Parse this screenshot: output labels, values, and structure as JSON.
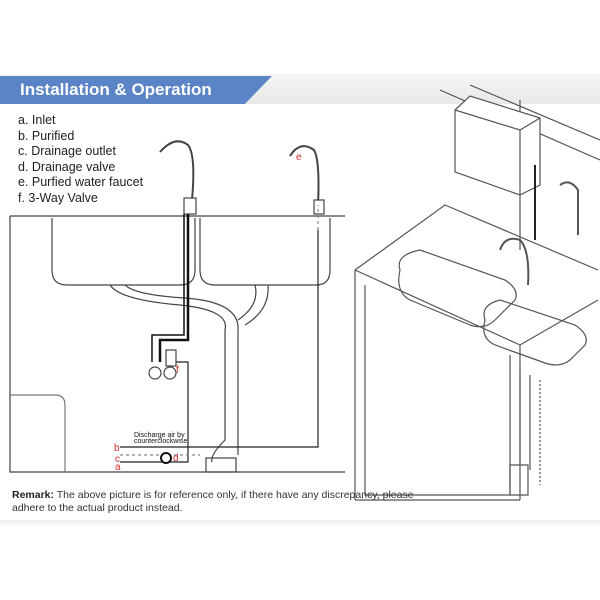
{
  "header": {
    "title": "Installation & Operation",
    "banner_color": "#5b84c6"
  },
  "legend": [
    "a. Inlet",
    "b. Purified",
    "c. Drainage outlet",
    "d. Drainage valve",
    "e. Purfied water faucet",
    "f. 3-Way Valve"
  ],
  "diagram": {
    "labels": {
      "a": "a",
      "b": "b",
      "c": "c",
      "d": "d",
      "e": "e",
      "f": "f"
    },
    "label_color": "#d9302c",
    "note_line1": "Discharge air by",
    "note_line2": "counterclockwise"
  },
  "remark": {
    "label": "Remark:",
    "text": " The above picture is for reference only, if there have any discrepancy, please adhere to the actual product instead."
  }
}
